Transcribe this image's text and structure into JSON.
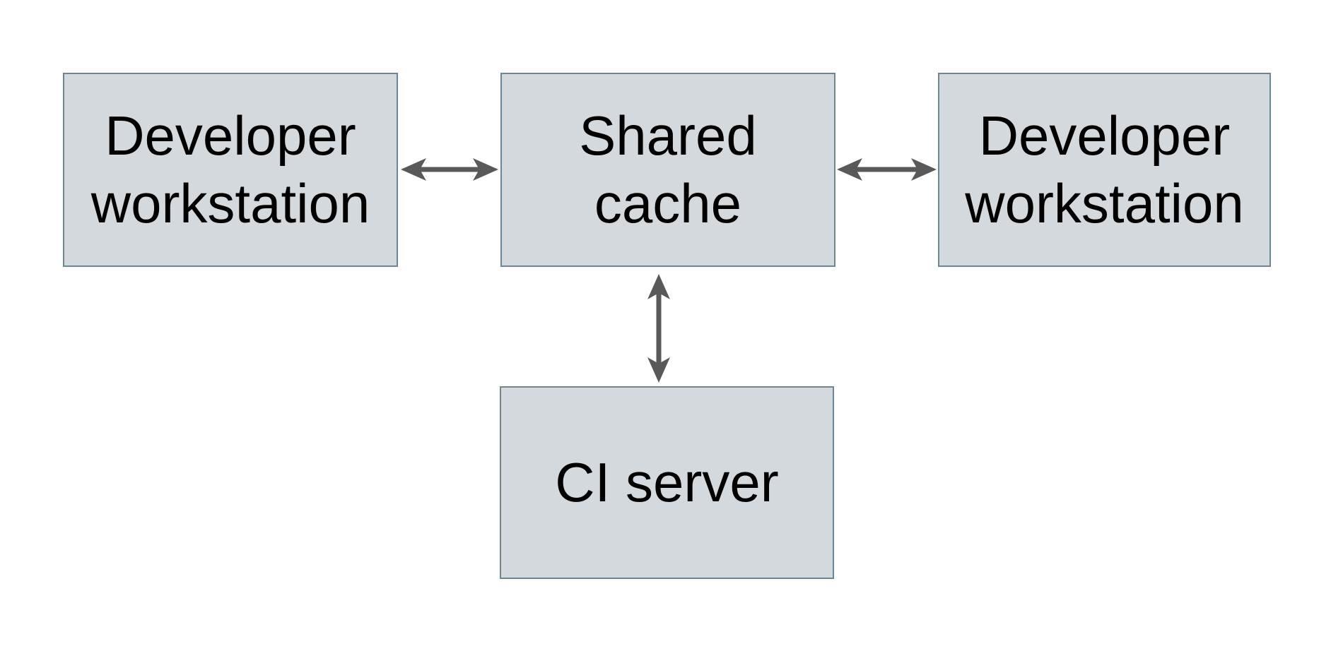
{
  "diagram": {
    "type": "architecture-diagram",
    "background_color": "#ffffff",
    "nodes": [
      {
        "id": "developer-workstation-left",
        "label": "Developer\nworkstation"
      },
      {
        "id": "shared-cache",
        "label": "Shared\ncache"
      },
      {
        "id": "developer-workstation-right",
        "label": "Developer\nworkstation"
      },
      {
        "id": "ci-server",
        "label": "CI server"
      }
    ],
    "edges": [
      {
        "from": "developer-workstation-left",
        "to": "shared-cache",
        "style": "double-headed-arrow",
        "orientation": "horizontal"
      },
      {
        "from": "shared-cache",
        "to": "developer-workstation-right",
        "style": "double-headed-arrow",
        "orientation": "horizontal"
      },
      {
        "from": "shared-cache",
        "to": "ci-server",
        "style": "double-headed-arrow",
        "orientation": "vertical"
      }
    ],
    "colors": {
      "node_fill": "#d3d9dc",
      "node_border": "#6d8696",
      "arrow": "#595959",
      "text": "#000000"
    }
  }
}
